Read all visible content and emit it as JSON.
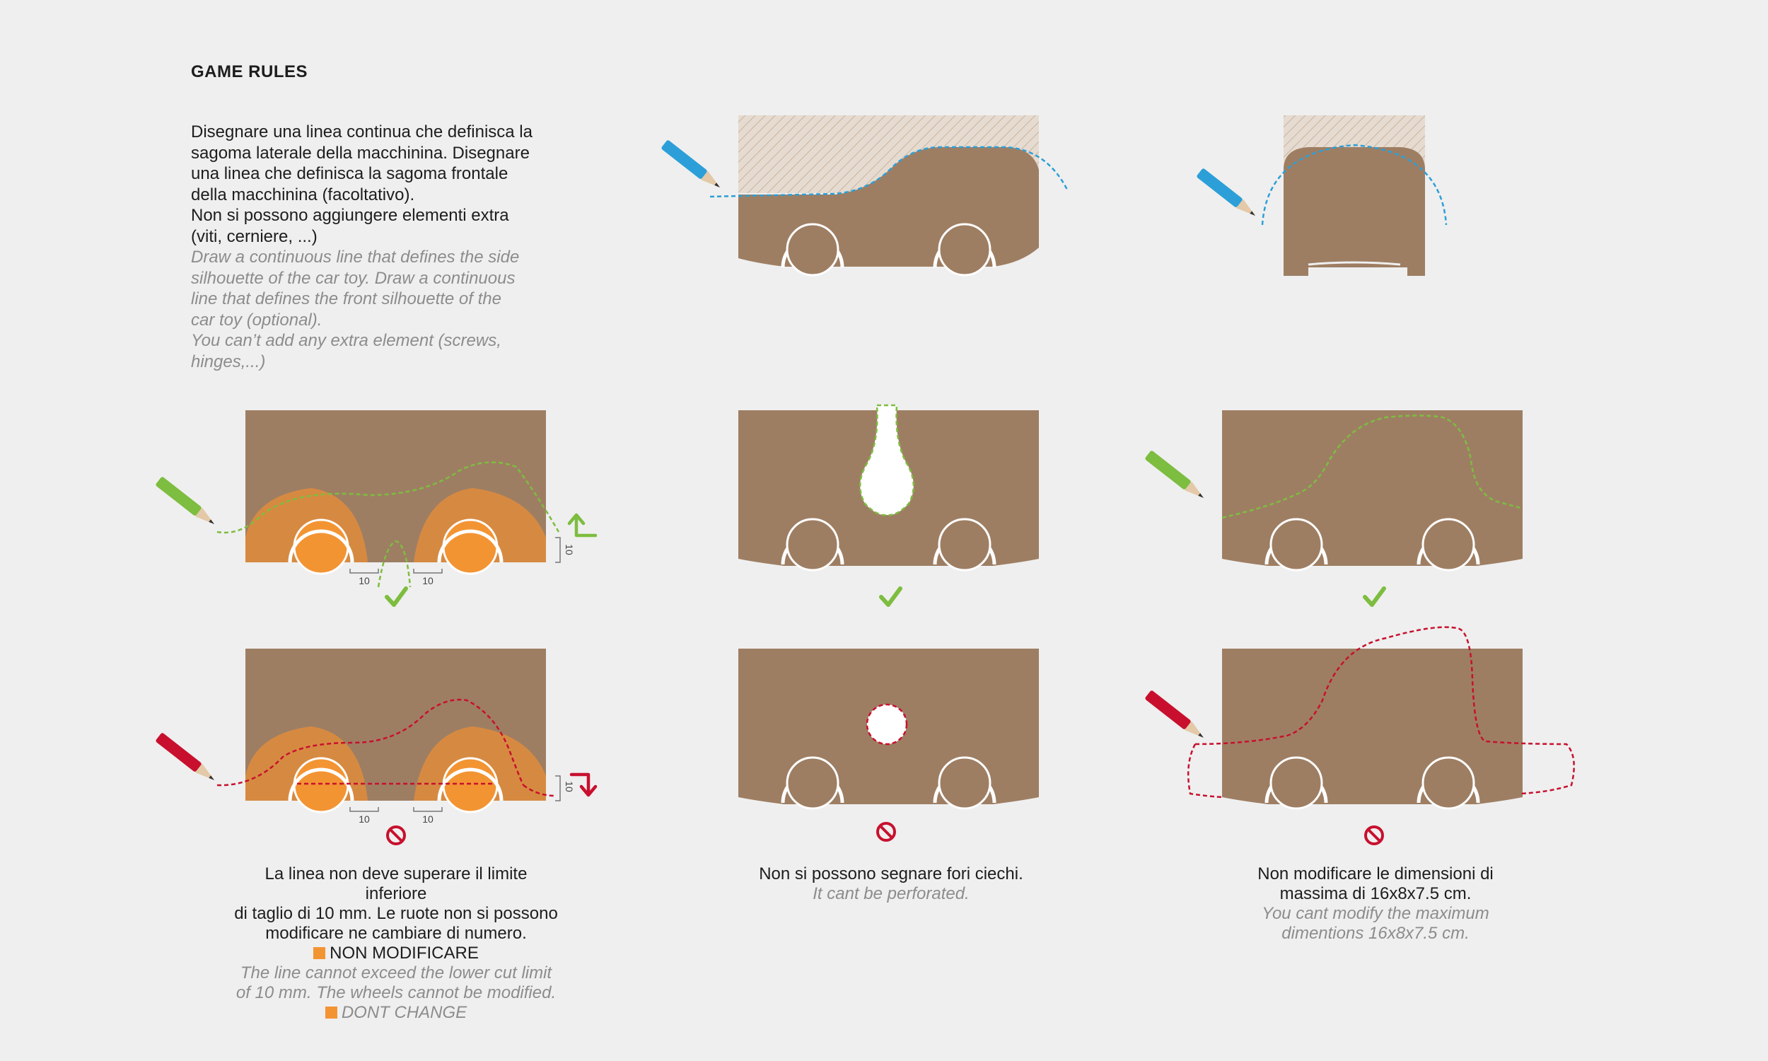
{
  "page": {
    "title": "GAME RULES"
  },
  "intro": {
    "it_lines": [
      "Disegnare una linea continua che definisca la",
      "sagoma laterale della macchinina. Disegnare",
      "una linea che definisca la sagoma frontale",
      "della macchinina (facoltativo).",
      "Non si possono aggiungere elementi extra",
      "(viti, cerniere, ...)"
    ],
    "en_lines": [
      "Draw a continuous line that defines the side",
      "silhouette of the car toy. Draw a continuous",
      "line that defines the front silhouette of the",
      "car toy (optional).",
      "You can’t add any extra element (screws,",
      "hinges,...)"
    ]
  },
  "dimensions": {
    "gap_left": "10",
    "gap_right": "10",
    "height": "10"
  },
  "captions": {
    "wheels": {
      "it_lines": [
        "La linea non deve superare il limite inferiore",
        "di taglio di 10 mm. Le ruote non si possono",
        "modificare ne cambiare di numero."
      ],
      "it_marker": "NON MODIFICARE",
      "en_lines": [
        "The line cannot exceed the lower cut limit",
        "of 10 mm. The wheels cannot be modified."
      ],
      "en_marker": "DONT CHANGE"
    },
    "holes": {
      "it": "Non si possono segnare fori ciechi.",
      "en": "It cant be perforated."
    },
    "size": {
      "it_lines": [
        "Non modificare le dimensioni di",
        "massima di  16x8x7.5 cm."
      ],
      "en_lines": [
        "You cant modify the maximum",
        "dimentions  16x8x7.5 cm."
      ]
    }
  },
  "colors": {
    "background": "#efefef",
    "wood": "#9e7e63",
    "orange": "#f39433",
    "ok": "#7dbd3f",
    "ko": "#c8102e",
    "line_blue": "#2c9fd8"
  },
  "icons": [
    "pencil-icon",
    "check-icon",
    "prohibited-icon",
    "arrow-up-icon",
    "arrow-down-icon"
  ]
}
